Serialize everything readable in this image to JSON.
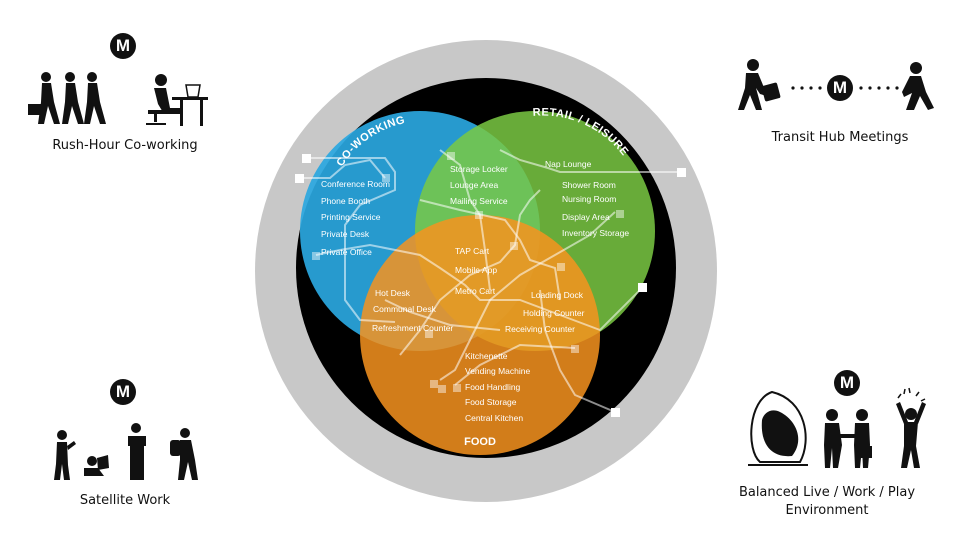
{
  "colors": {
    "outer_ring": "#c8c8c8",
    "inner_disc": "#000000",
    "coworking": "#2aa7e0",
    "retail": "#7ac943",
    "food": "#f7931e",
    "icon": "#111111"
  },
  "metro_glyph": "M",
  "circles": {
    "coworking": {
      "title": "CO-WORKING",
      "items": [
        "Conference Room",
        "Phone Booth",
        "Printing Service",
        "Private Desk",
        "Private Office"
      ]
    },
    "retail": {
      "title": "RETAIL / LEISURE",
      "items": [
        "Nap Lounge",
        "Shower Room",
        "Nursing Room",
        "Display Area",
        "Inventory Storage"
      ]
    },
    "food": {
      "title": "FOOD",
      "items": [
        "Kitchenette",
        "Vending Machine",
        "Food Handling",
        "Food Storage",
        "Central Kitchen"
      ]
    }
  },
  "overlaps": {
    "coworking_retail": [
      "Storage Locker",
      "Lounge Area",
      "Mailing Service"
    ],
    "center": [
      "TAP Cart",
      "Mobile App",
      "Metro Cart"
    ],
    "coworking_food": [
      "Hot Desk",
      "Communal Desk",
      "Refreshment Counter"
    ],
    "retail_food": [
      "Loading Dock",
      "Holding Counter",
      "Receiving Counter"
    ]
  },
  "scenarios": {
    "rush_hour": {
      "label": "Rush-Hour Co-working",
      "icons": [
        "metro-icon",
        "commuters-icon",
        "desk-worker-icon"
      ]
    },
    "transit_hub": {
      "label": "Transit Hub Meetings",
      "icons": [
        "traveler-with-luggage-icon",
        "metro-icon",
        "walking-person-icon"
      ]
    },
    "satellite": {
      "label": "Satellite Work",
      "icons": [
        "metro-icon",
        "phone-user-icon",
        "laptop-user-icon",
        "podium-icon",
        "backpacker-icon"
      ]
    },
    "balanced": {
      "label_line1": "Balanced Live / Work / Play",
      "label_line2": "Environment",
      "icons": [
        "metro-icon",
        "hanging-chair-icon",
        "handshake-icon",
        "celebrating-person-icon"
      ]
    }
  }
}
